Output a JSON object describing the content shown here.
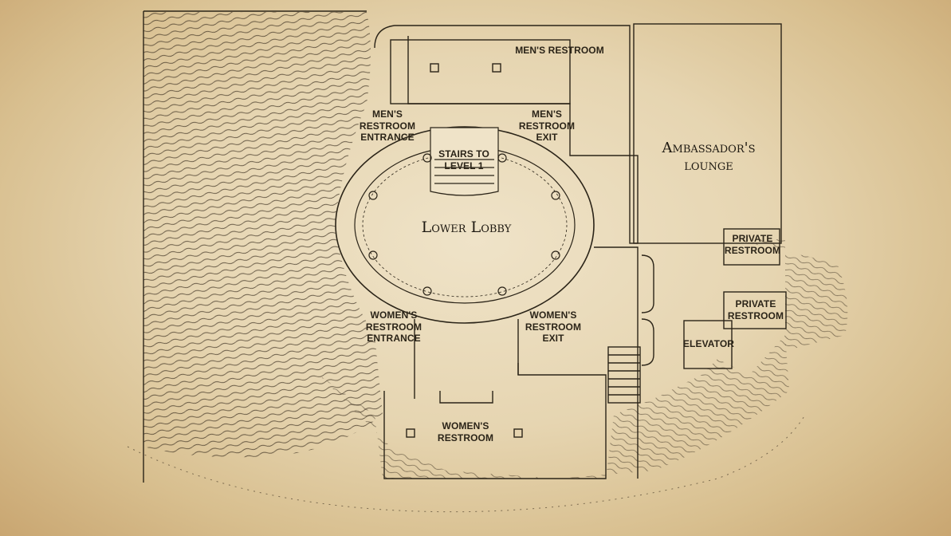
{
  "map": {
    "rooms": {
      "mens_restroom": "MEN'S RESTROOM",
      "mens_entrance": "MEN'S\nRESTROOM\nENTRANCE",
      "mens_exit": "MEN'S\nRESTROOM\nEXIT",
      "stairs": "STAIRS TO\nLEVEL 1",
      "lower_lobby": "Lower Lobby",
      "ambassadors_lounge": "Ambassador's\nlounge",
      "private_restroom_1": "PRIVATE\nRESTROOM",
      "private_restroom_2": "PRIVATE\nRESTROOM",
      "elevator": "ELEVATOR",
      "womens_entrance": "WOMEN'S\nRESTROOM\nENTRANCE",
      "womens_exit": "WOMEN'S\nRESTROOM\nEXIT",
      "womens_restroom": "WOMEN'S\nRESTROOM"
    },
    "colors": {
      "ink": "#2b2418",
      "parchment": "#e6d5b1"
    }
  }
}
